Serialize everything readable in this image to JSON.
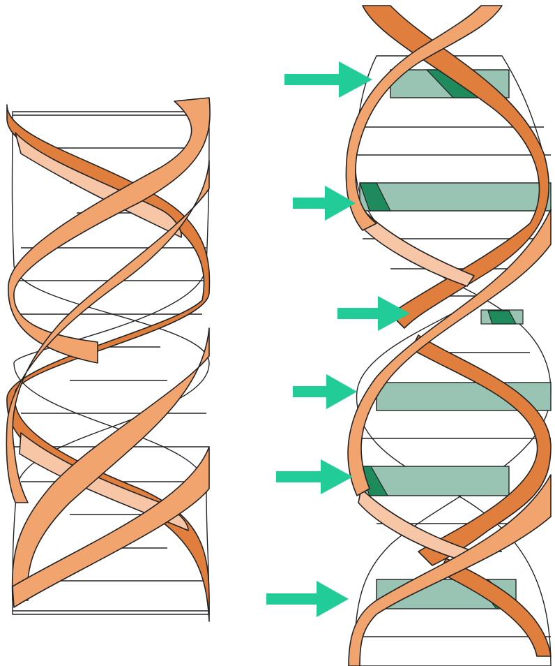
{
  "colors": {
    "background": "#ffffff",
    "base_pair_fill": "#efe3cf",
    "front_strand": "#f2a46f",
    "back_strand": "#e07e3e",
    "back_strand_inner": "#f6c6a6",
    "inserted_base_pair": "#99c4b4",
    "inserted_base_pair_dark": "#1f8a5c",
    "arrow": "#22cc99",
    "outline": "#222222"
  },
  "figure": {
    "left_helix": {
      "label": "",
      "description_shown": "",
      "base_pairs": 17,
      "inserted_base_pairs": 0
    },
    "right_helix": {
      "label": "",
      "description_shown": "",
      "base_pairs": 20,
      "inserted_base_pairs": 6
    },
    "arrows": {
      "count": 6,
      "icon": "right-arrow-icon",
      "points_to": "inserted-base-pair"
    }
  }
}
